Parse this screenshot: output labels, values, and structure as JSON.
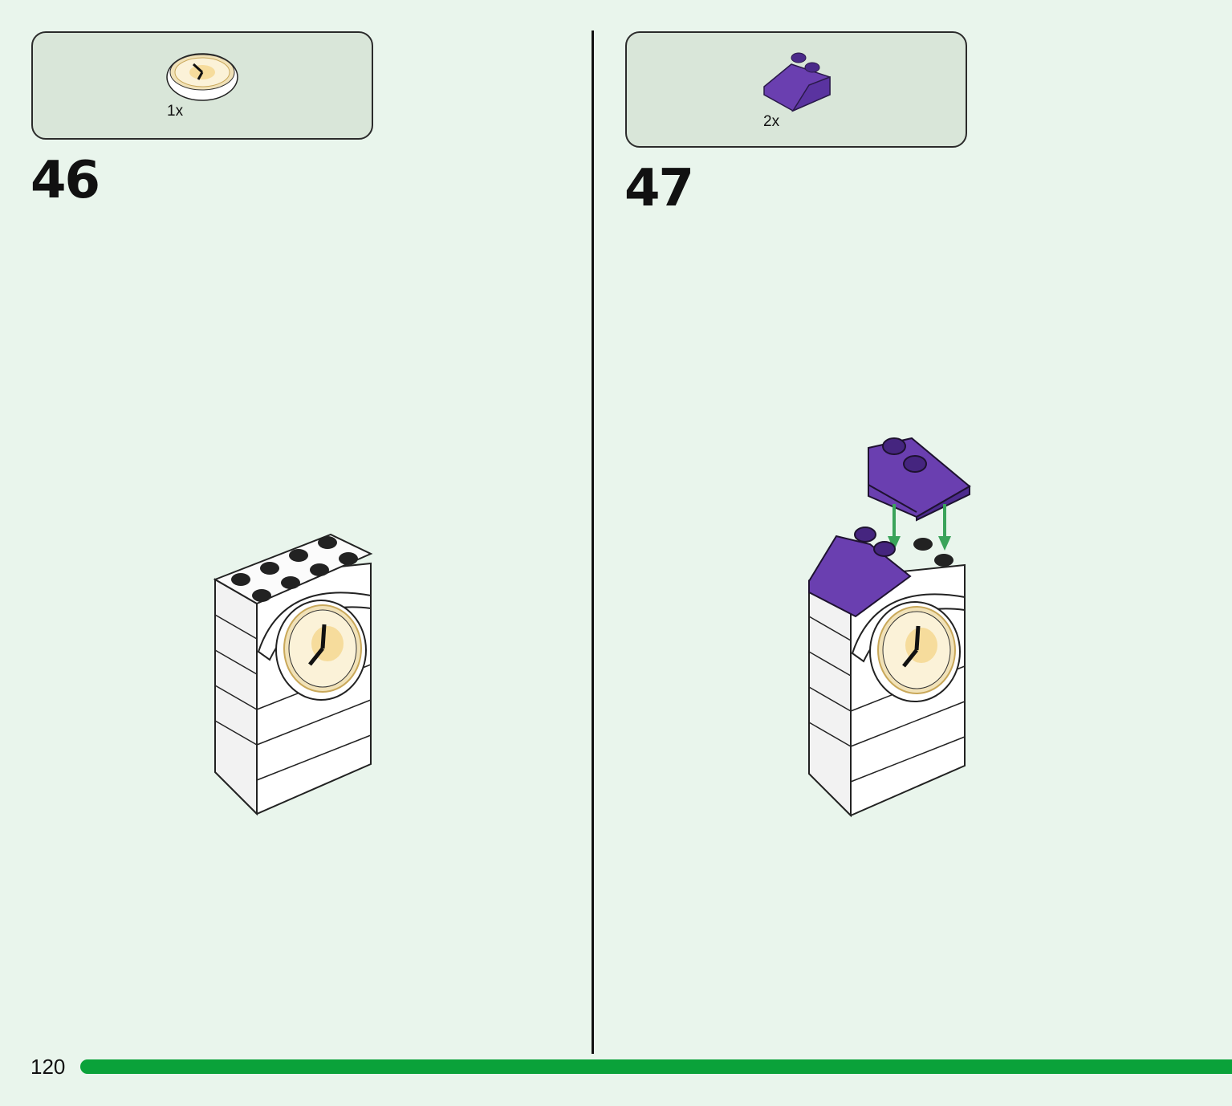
{
  "steps": [
    {
      "number": "46",
      "parts": [
        {
          "name": "clock-face-tile-icon",
          "quantity": "1x"
        }
      ]
    },
    {
      "number": "47",
      "parts": [
        {
          "name": "purple-slope-brick-icon",
          "quantity": "2x"
        }
      ]
    }
  ],
  "footer": {
    "page_number": "120",
    "progress": 1.0
  },
  "colors": {
    "background": "#e9f5ec",
    "parts_box": "#d9e6d9",
    "slope": "#6a3fb0",
    "arrow": "#3aa35a",
    "progress": "#0aa23a",
    "clock_face": "#f6dc9c"
  }
}
